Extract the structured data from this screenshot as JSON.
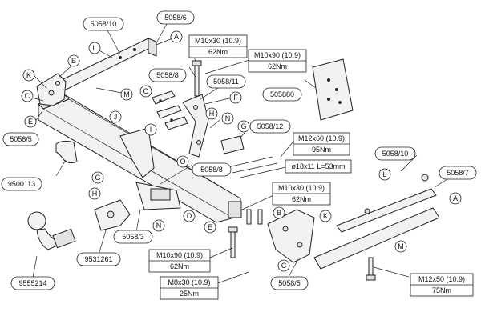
{
  "part_labels": {
    "p1": "5058/10",
    "p2": "5058/6",
    "p3": "5058/8",
    "p4": "5058/11",
    "p5": "505880",
    "p6": "5058/5",
    "p7": "5058/12",
    "p8": "9500113",
    "p9": "5058/8",
    "p10": "5058/3",
    "p11": "9531261",
    "p12": "9555214",
    "p13": "5058/10",
    "p14": "5058/7",
    "p15": "5058/5"
  },
  "spec_boxes": {
    "s1": {
      "bolt": "M10x30 (10.9)",
      "torque": "62Nm"
    },
    "s2": {
      "bolt": "M10x90 (10.9)",
      "torque": "62Nm"
    },
    "s3": {
      "bolt": "M12x60 (10.9)",
      "torque": "95Nm"
    },
    "s4": {
      "bolt": "ø18x11 L=53mm",
      "torque": ""
    },
    "s5": {
      "bolt": "M10x30 (10.9)",
      "torque": "62Nm"
    },
    "s6": {
      "bolt": "M10x90 (10.9)",
      "torque": "62Nm"
    },
    "s7": {
      "bolt": "M8x30 (10.9)",
      "torque": "25Nm"
    },
    "s8": {
      "bolt": "M12x50 (10.9)",
      "torque": "75Nm"
    }
  },
  "letters": {
    "A1": "A",
    "L1": "L",
    "B1": "B",
    "K1": "K",
    "M1": "M",
    "C1": "C",
    "E1": "E",
    "O1": "O",
    "I1": "I",
    "J1": "J",
    "F1": "F",
    "H1": "H",
    "N1": "N",
    "G1": "G",
    "O2": "O",
    "G2": "G",
    "H2": "H",
    "D1": "D",
    "E2": "E",
    "N2": "N",
    "B2": "B",
    "K2": "K",
    "C2": "C",
    "L2": "L",
    "A2": "A",
    "M2": "M"
  }
}
